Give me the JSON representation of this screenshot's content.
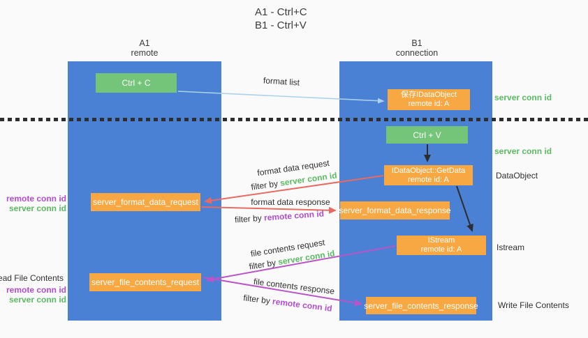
{
  "colors": {
    "lane_blue": "#4a81d4",
    "box_orange": "#f8a842",
    "box_green": "#74c47a",
    "text_green": "#5bba62",
    "text_purple": "#b14dd1",
    "arrow_red": "#e96a60",
    "arrow_purple": "#ba55c8",
    "arrow_blue": "#abd2ec",
    "arrow_black": "#2d2d2d"
  },
  "title": {
    "line1": "A1 - Ctrl+C",
    "line2": "B1 - Ctrl+V"
  },
  "lanes": {
    "left": {
      "name": "A1",
      "type": "remote"
    },
    "right": {
      "name": "B1",
      "type": "connection"
    }
  },
  "boxes": {
    "ctrl_c": "Ctrl + C",
    "save_idataobject": {
      "line1": "保存IDataObject",
      "line2": "remote id: A"
    },
    "ctrl_v": "Ctrl + V",
    "getdata": {
      "line1": "IDataObject::GetData",
      "line2": "remote id: A"
    },
    "format_request": "server_format_data_request",
    "format_response": "server_format_data_response",
    "istream": {
      "line1": "IStream",
      "line2": "remote id: A"
    },
    "file_request": "server_file_contents_request",
    "file_response": "server_file_contents_response"
  },
  "right_annotations": {
    "server_conn_top": "server conn id",
    "server_conn_mid": "server conn id",
    "dataobject": "DataObject",
    "istream": "Istream",
    "write_file": "Write File Contents"
  },
  "left_annotations": {
    "group1": {
      "remote": "remote conn id",
      "server": "server conn id"
    },
    "read_file": "Read File Contents",
    "group2": {
      "remote": "remote conn id",
      "server": "server conn id"
    }
  },
  "flow_labels": {
    "format_list": "format list",
    "format_data_request": "format data request",
    "format_data_response": "format data response",
    "file_contents_request": "file contents request",
    "file_contents_response": "file contents response",
    "filter_by": "filter by",
    "server_conn_id": "server conn id",
    "remote_conn_id": "remote conn id"
  }
}
